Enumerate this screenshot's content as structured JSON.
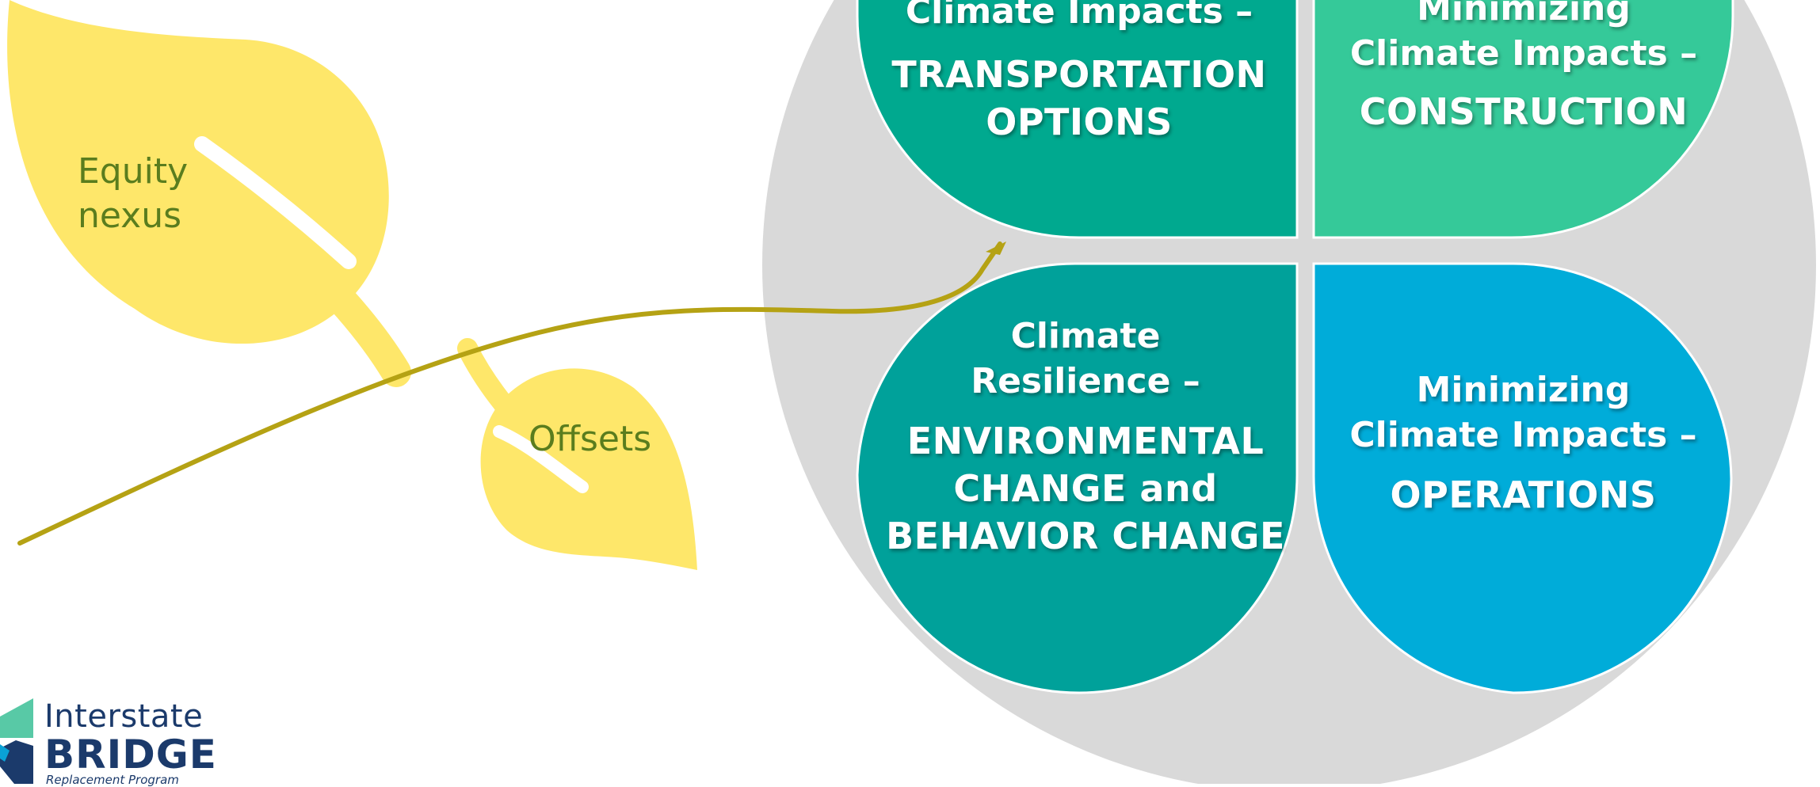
{
  "colors": {
    "circle_bg": "#d9d9d9",
    "petal_transportation": "#00a98f",
    "petal_construction": "#35c999",
    "petal_resilience": "#00a19a",
    "petal_operations": "#00acd9",
    "leaf": "#fee76a",
    "stem": "#b5a214",
    "leaf_text": "#5a7d1e",
    "logo_navy": "#1b3a6b"
  },
  "petals": {
    "transportation": {
      "head": "Climate Impacts –",
      "cap1": "TRANSPORTATION",
      "cap2": "OPTIONS"
    },
    "construction": {
      "head1": "Minimizing",
      "head2": "Climate Impacts –",
      "cap": "CONSTRUCTION"
    },
    "resilience": {
      "head1": "Climate",
      "head2": "Resilience –",
      "cap1": "ENVIRONMENTAL",
      "cap2": "CHANGE and",
      "cap3": "BEHAVIOR CHANGE"
    },
    "operations": {
      "head1": "Minimizing",
      "head2": "Climate Impacts –",
      "cap": "OPERATIONS"
    }
  },
  "leaves": {
    "equity": {
      "line1": "Equity",
      "line2": "nexus"
    },
    "offsets": {
      "label": "Offsets"
    }
  },
  "logo": {
    "line1": "Interstate",
    "line2": "BRIDGE",
    "line3": "Replacement Program"
  }
}
